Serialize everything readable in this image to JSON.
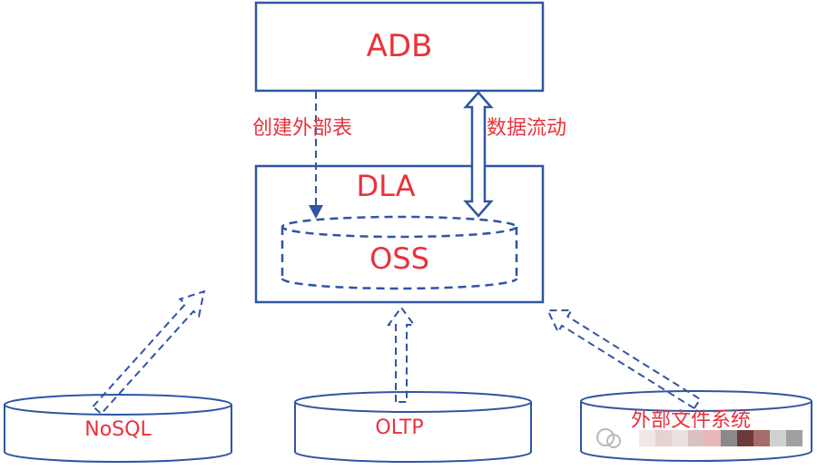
{
  "labels": {
    "adb": "ADB",
    "create_external_table": "创建外部表",
    "data_flow": "数据流动",
    "dla": "DLA",
    "oss": "OSS",
    "nosql": "NoSQL",
    "oltp": "OLTP",
    "external_fs": "外部文件系统"
  },
  "colors": {
    "box_stroke": "#2f55a4",
    "label_text": "#e8323c",
    "arrow": "#2f55a4"
  }
}
